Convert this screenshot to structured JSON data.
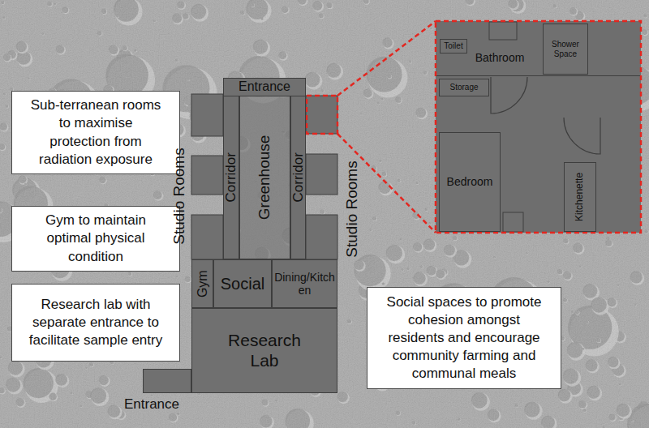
{
  "diagram": {
    "nodes": [
      {
        "text": [
          "Entrance"
        ]
      },
      {
        "text": [
          "Bathroom"
        ]
      },
      {
        "text": [
          "Toilet"
        ],
        "in": 1
      },
      {
        "text": [
          "Shower Space"
        ],
        "in": 1
      },
      {
        "text": [
          "Storage"
        ]
      },
      {
        "text": [
          "Sub-terranean rooms to maximise protection from radiation exposure"
        ]
      },
      {
        "text": [
          "Corridor"
        ]
      },
      {
        "text": [
          "Greenhouse"
        ]
      },
      {
        "text": [
          "Corridor"
        ]
      },
      {
        "text": [
          "Bedroom"
        ]
      },
      {
        "text": [
          "Kitchenette"
        ]
      },
      {
        "text": [
          "Gym to maintain optimal physical condition"
        ]
      },
      {
        "text": [
          "Gym"
        ]
      },
      {
        "text": [
          "Social"
        ]
      },
      {
        "text": [
          "Dining/Kitchen"
        ]
      },
      {
        "text": [
          "Research lab with separate entrance to facilitate sample entry"
        ]
      },
      {
        "text": [
          "Social spaces to promote cohesion amongst residents and encourage community farming and communal meals"
        ]
      },
      {
        "text": [
          "Research Lab"
        ]
      },
      {
        "text": [
          "Entrance"
        ]
      }
    ],
    "labels": [
      "Studio Rooms",
      "Studio Rooms"
    ]
  }
}
